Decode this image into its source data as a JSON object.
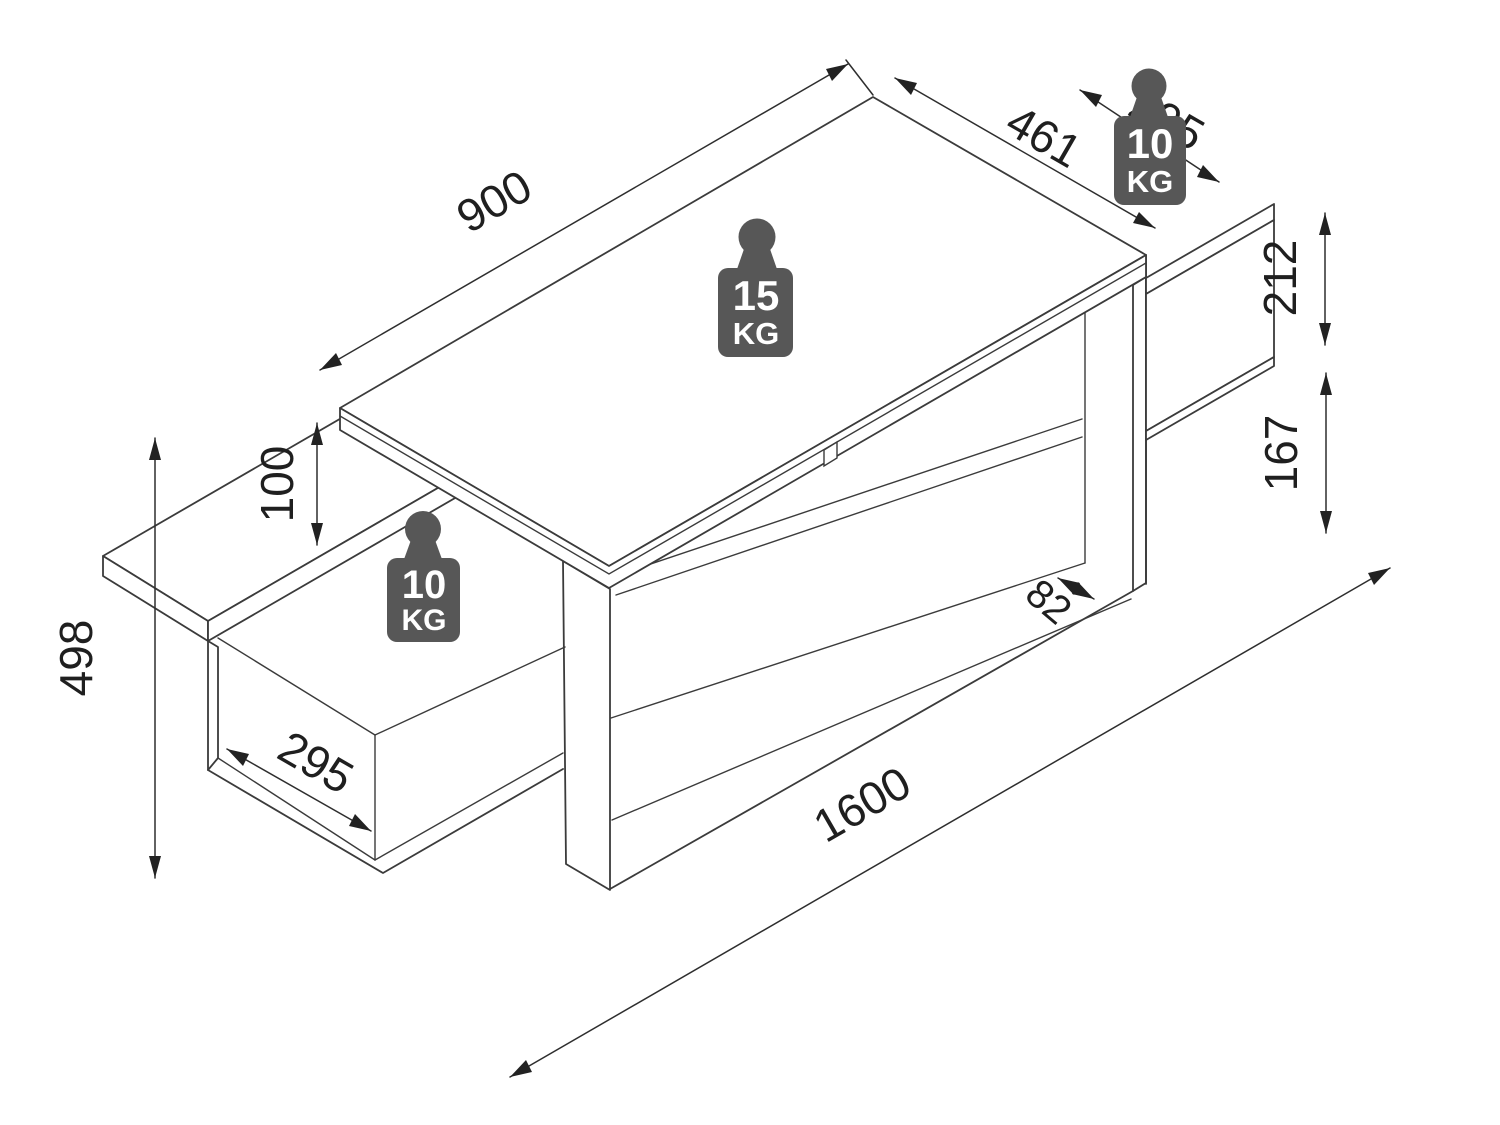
{
  "diagram": {
    "type": "isometric-furniture-dimension-drawing",
    "subject": "TV lowboard with left open shelf and right drawer box",
    "colors": {
      "background": "#ffffff",
      "line": "#3b3b3b",
      "dimension_text": "#1f1f1f",
      "weight_icon": "#575757",
      "weight_icon_text": "#ffffff"
    },
    "dimensions": {
      "top_length": "900",
      "top_depth": "461",
      "right_shelf_depth": "295",
      "right_shelf_height": "212",
      "gap_under_right_shelf": "167",
      "gap_above_left_shelf": "100",
      "total_height": "498",
      "left_shelf_depth": "295",
      "bottom_inset": "82",
      "total_length": "1600"
    },
    "load_labels": {
      "top": {
        "value": "15",
        "unit": "KG"
      },
      "left": {
        "value": "10",
        "unit": "KG"
      },
      "right": {
        "value": "10",
        "unit": "KG"
      }
    }
  }
}
